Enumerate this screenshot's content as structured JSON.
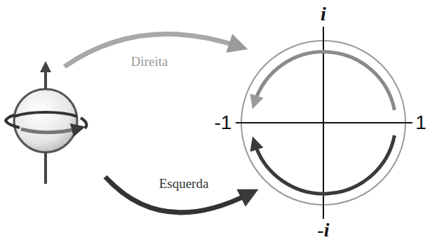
{
  "diagram": {
    "labels": [
      "Direita",
      "Esquerda",
      "i",
      "-1",
      "1",
      "-i"
    ]
  }
}
